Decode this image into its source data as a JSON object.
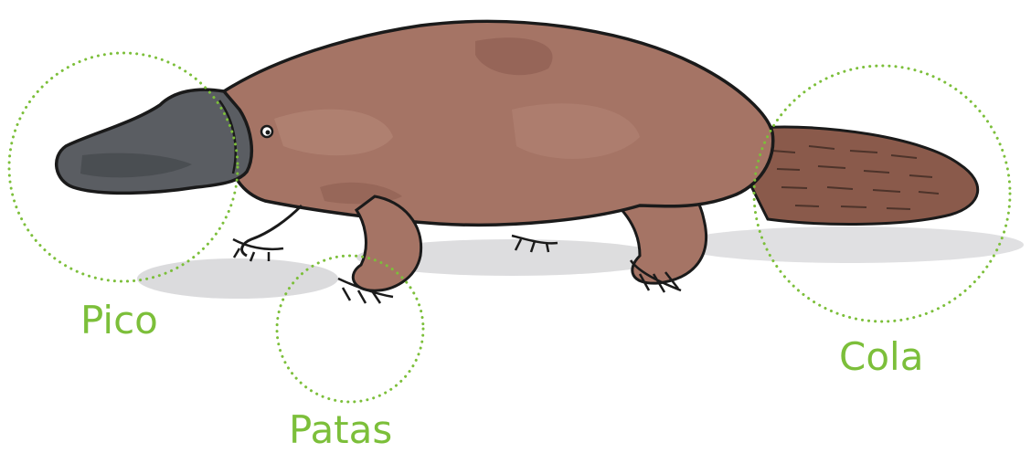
{
  "labels": {
    "beak": "Pico",
    "feet": "Patas",
    "tail": "Cola"
  },
  "colors": {
    "label": "#7cbf3a",
    "circle": "#7cbf3a",
    "body": "#a57465",
    "body_dark": "#8c5c50",
    "body_light": "#b88a7a",
    "beak": "#5a5d62",
    "beak_dark": "#3e4146",
    "tail": "#8a5a4b",
    "outline": "#1a1a1a",
    "shadow": "#c9c9cb"
  },
  "illustration": {
    "subject": "platypus",
    "markers": [
      "beak-circle",
      "feet-circle",
      "tail-circle"
    ]
  }
}
